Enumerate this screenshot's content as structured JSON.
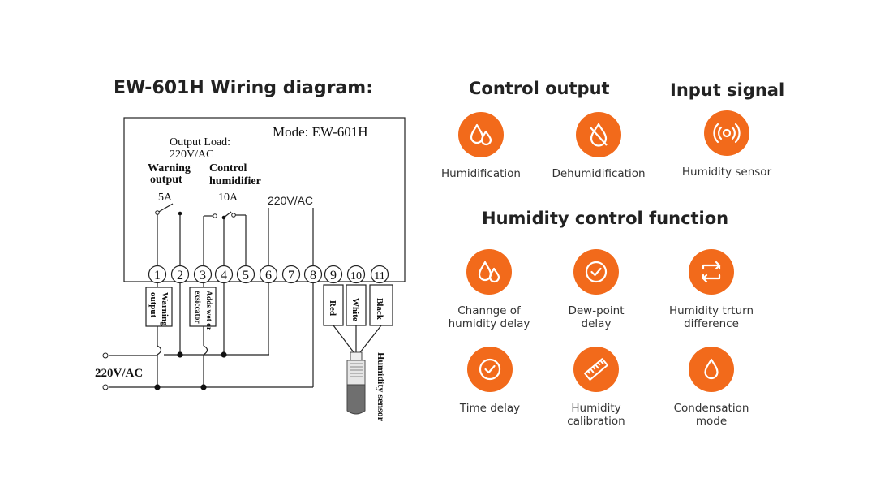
{
  "titles": {
    "wiring": "EW-601H Wiring diagram:",
    "control_output": "Control output",
    "input_signal": "Input signal",
    "humidity_control": "Humidity control function"
  },
  "diagram": {
    "mode": "Mode:  EW-601H",
    "output_load": "Output Load:",
    "output_voltage": "220V/AC",
    "warning_output_line1": "Warning",
    "warning_output_line2": "output",
    "warning_rating": "5A",
    "control_line1": "Control",
    "control_line2": "humidifier",
    "control_rating": "10A",
    "supply_label": "220V/AC",
    "supply_input": "220V/AC",
    "terminals": [
      "1",
      "2",
      "3",
      "4",
      "5",
      "6",
      "7",
      "8",
      "9",
      "10",
      "11"
    ],
    "tag_warning_1": "Warning",
    "tag_warning_2": "output",
    "tag_adds_1": "Adds wet or",
    "tag_adds_2": "exsiccator",
    "wire_red": "Red",
    "wire_white": "White",
    "wire_black": "Black",
    "sensor": "Humidity sensor"
  },
  "control_output": [
    {
      "label": "Humidification",
      "icon": "double-droplet-icon"
    },
    {
      "label": "Dehumidification",
      "icon": "crossed-droplet-icon"
    }
  ],
  "input_signal": [
    {
      "label": "Humidity sensor",
      "icon": "signal-waves-icon"
    }
  ],
  "humidity_functions": [
    {
      "line1": "Channge of",
      "line2": "humidity delay",
      "icon": "double-droplet-icon"
    },
    {
      "line1": "Dew-point",
      "line2": "delay",
      "icon": "clock-icon"
    },
    {
      "line1": "Humidity trturn",
      "line2": "difference",
      "icon": "return-arrows-icon"
    },
    {
      "line1": "Time delay",
      "line2": "",
      "icon": "clock-icon"
    },
    {
      "line1": "Humidity",
      "line2": "calibration",
      "icon": "ruler-icon"
    },
    {
      "line1": "Condensation",
      "line2": "mode",
      "icon": "droplet-icon"
    }
  ],
  "colors": {
    "accent": "#f26a1b"
  }
}
